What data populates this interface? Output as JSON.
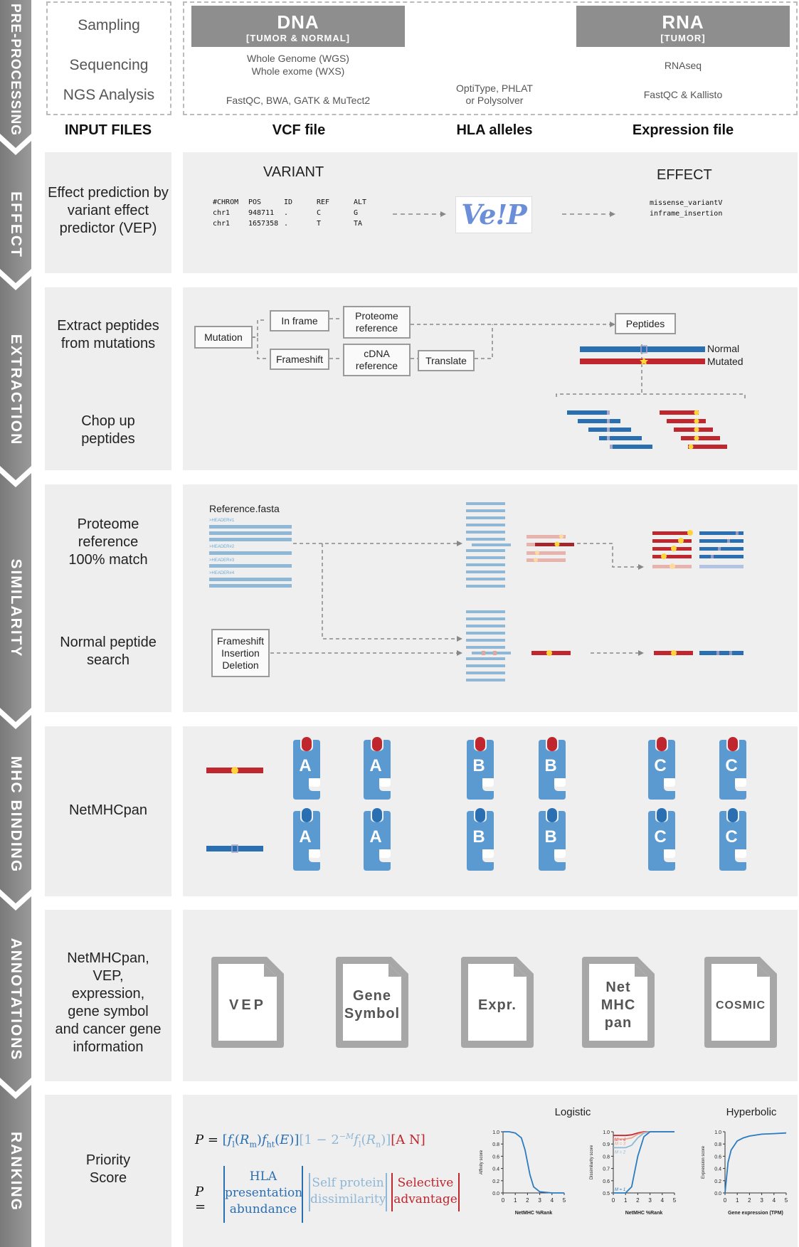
{
  "stages": {
    "preprocessing": "PRE-PROCESSING",
    "effect": "EFFECT",
    "extraction": "EXTRACTION",
    "similarity": "SIMILARITY",
    "mhc_binding": "MHC BINDING",
    "annotations": "ANNOTATIONS",
    "ranking": "RANKING"
  },
  "preprocessing": {
    "steps": [
      "Sampling",
      "Sequencing",
      "NGS Analysis"
    ],
    "dna": {
      "title": "DNA",
      "subtitle": "[TUMOR & NORMAL]",
      "methods_line1": "Whole Genome (WGS)",
      "methods_line2": "Whole exome (WXS)",
      "tools": "FastQC, BWA, GATK & MuTect2"
    },
    "hla": {
      "tools_line1": "OptiType, PHLAT",
      "tools_line2": "or Polysolver"
    },
    "rna": {
      "title": "RNA",
      "subtitle": "[TUMOR]",
      "methods": "RNAseq",
      "tools": "FastQC & Kallisto"
    }
  },
  "input_files": {
    "label": "INPUT FILES",
    "vcf": "VCF file",
    "hla": "HLA alleles",
    "expr": "Expression file"
  },
  "effect": {
    "side_text": "Effect prediction by variant effect predictor (VEP)",
    "variant_title": "VARIANT",
    "effect_title": "EFFECT",
    "vcf_header": [
      "#CHROM",
      "POS",
      "ID",
      "REF",
      "ALT"
    ],
    "vcf_rows": [
      [
        "chr1",
        "948711",
        ".",
        "C",
        "G"
      ],
      [
        "chr1",
        "1657358",
        ".",
        "T",
        "TA"
      ]
    ],
    "effects": [
      "missense_variantV",
      "inframe_insertion"
    ],
    "vep_logo": "Ve!P"
  },
  "extraction": {
    "side_text1": "Extract peptides from mutations",
    "side_text2": "Chop up peptides",
    "mutation": "Mutation",
    "in_frame": "In frame",
    "frameshift": "Frameshift",
    "proteome_ref": "Proteome reference",
    "cdna_ref": "cDNA reference",
    "translate": "Translate",
    "peptides": "Peptides",
    "normal": "Normal",
    "mutated": "Mutated"
  },
  "similarity": {
    "side_text1": "Proteome reference 100% match",
    "side_text2": "Normal peptide search",
    "reference_fasta": "Reference.fasta",
    "headers": [
      ">HEADER#1",
      ">HEADER#2",
      ">HEADER#3",
      ">HEADER#4"
    ],
    "indel_box": [
      "Frameshift",
      "Insertion",
      "Deletion"
    ]
  },
  "mhc": {
    "side_text": "NetMHCpan",
    "row1_letters": [
      "A",
      "A",
      "B",
      "B",
      "C",
      "C"
    ],
    "row2_letters": [
      "A",
      "A",
      "B",
      "B",
      "C",
      "C"
    ]
  },
  "annotations": {
    "side_text": "NetMHCpan, VEP, expression, gene symbol and cancer gene information",
    "docs": [
      {
        "lines": [
          "VEP"
        ]
      },
      {
        "lines": [
          "Gene",
          "Symbol"
        ]
      },
      {
        "lines": [
          "Expr."
        ]
      },
      {
        "lines": [
          "Net",
          "MHC",
          "pan"
        ]
      },
      {
        "lines": [
          "COSMIC"
        ]
      }
    ]
  },
  "ranking": {
    "side_text": "Priority Score",
    "formula_lead": "P = ",
    "formula_part1": "[f",
    "formula_part2": "[1 − 2",
    "formula_part3": "[A N]",
    "box_blue": [
      "HLA",
      "presentation",
      "abundance"
    ],
    "box_lightblue": [
      "Self protein",
      "dissimilarity"
    ],
    "box_red": [
      "Selective",
      "advantage"
    ],
    "colors": {
      "blue": "#2b6fb3",
      "lightblue": "#8fb7d6",
      "red": "#c0262d"
    }
  },
  "chart_data": [
    {
      "type": "line",
      "title": "Logistic",
      "xlabel": "NetMHC %Rank",
      "ylabel": "Affinity score",
      "xlim": [
        0,
        5
      ],
      "ylim": [
        0,
        1
      ],
      "x_ticks": [
        "0",
        "1",
        "2",
        "3",
        "4",
        "5"
      ],
      "y_ticks": [
        "0.0",
        "0.2",
        "0.4",
        "0.6",
        "0.8",
        "1.0"
      ],
      "series": [
        {
          "x": [
            0,
            0.5,
            1,
            1.5,
            1.8,
            2,
            2.2,
            2.5,
            3,
            4,
            5
          ],
          "values": [
            1,
            1,
            0.98,
            0.9,
            0.7,
            0.5,
            0.3,
            0.1,
            0.02,
            0,
            0
          ]
        }
      ]
    },
    {
      "type": "line",
      "title": "",
      "xlabel": "NetMHC %Rank",
      "ylabel": "Dissimilarity score",
      "xlim": [
        0,
        5
      ],
      "ylim": [
        0.5,
        1.0
      ],
      "x_ticks": [
        "0",
        "1",
        "2",
        "3",
        "4",
        "5"
      ],
      "y_ticks": [
        "0.5",
        "0.6",
        "0.7",
        "0.8",
        "0.9",
        "1.0"
      ],
      "series": [
        {
          "name": "M = 4",
          "x": [
            0,
            1,
            1.5,
            2,
            2.5,
            3,
            5
          ],
          "values": [
            0.97,
            0.97,
            0.975,
            0.99,
            1,
            1,
            1
          ]
        },
        {
          "name": "M = 3",
          "x": [
            0,
            1,
            1.5,
            2,
            2.5,
            3,
            5
          ],
          "values": [
            0.94,
            0.94,
            0.95,
            0.98,
            0.995,
            1,
            1
          ]
        },
        {
          "name": "M = 2",
          "x": [
            0,
            1,
            1.5,
            2,
            2.5,
            3,
            5
          ],
          "values": [
            0.87,
            0.87,
            0.89,
            0.95,
            0.99,
            1,
            1
          ]
        },
        {
          "name": "M = 1",
          "x": [
            0,
            1,
            1.5,
            2,
            2.5,
            3,
            5
          ],
          "values": [
            0.5,
            0.5,
            0.55,
            0.8,
            0.96,
            1,
            1
          ]
        }
      ]
    },
    {
      "type": "line",
      "title": "Hyperbolic",
      "xlabel": "Gene expression (TPM)",
      "ylabel": "Expression score",
      "xlim": [
        0,
        5
      ],
      "ylim": [
        0,
        1
      ],
      "x_ticks": [
        "0",
        "1",
        "2",
        "3",
        "4",
        "5"
      ],
      "y_ticks": [
        "0.0",
        "0.2",
        "0.4",
        "0.6",
        "0.8",
        "1.0"
      ],
      "series": [
        {
          "x": [
            0,
            0.25,
            0.5,
            1,
            1.5,
            2,
            3,
            4,
            5
          ],
          "values": [
            0,
            0.5,
            0.7,
            0.85,
            0.9,
            0.93,
            0.96,
            0.97,
            0.98
          ]
        }
      ]
    }
  ]
}
